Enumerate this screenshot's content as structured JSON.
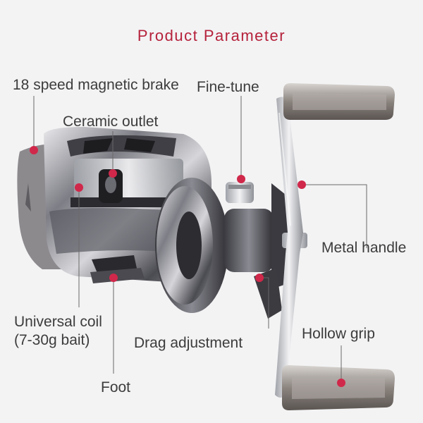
{
  "title": "Product Parameter",
  "labels": {
    "magnetic_brake": "18 speed magnetic brake",
    "fine_tune": "Fine-tune",
    "ceramic_outlet": "Ceramic outlet",
    "metal_handle": "Metal handle",
    "universal_coil_line1": "Universal coil",
    "universal_coil_line2": "(7-30g bait)",
    "drag_adjustment": "Drag adjustment",
    "hollow_grip": "Hollow grip",
    "foot": "Foot"
  },
  "colors": {
    "accent": "#b5223b",
    "marker": "#d0284a",
    "text": "#3c3c3c",
    "background": "#f3f3f4"
  }
}
